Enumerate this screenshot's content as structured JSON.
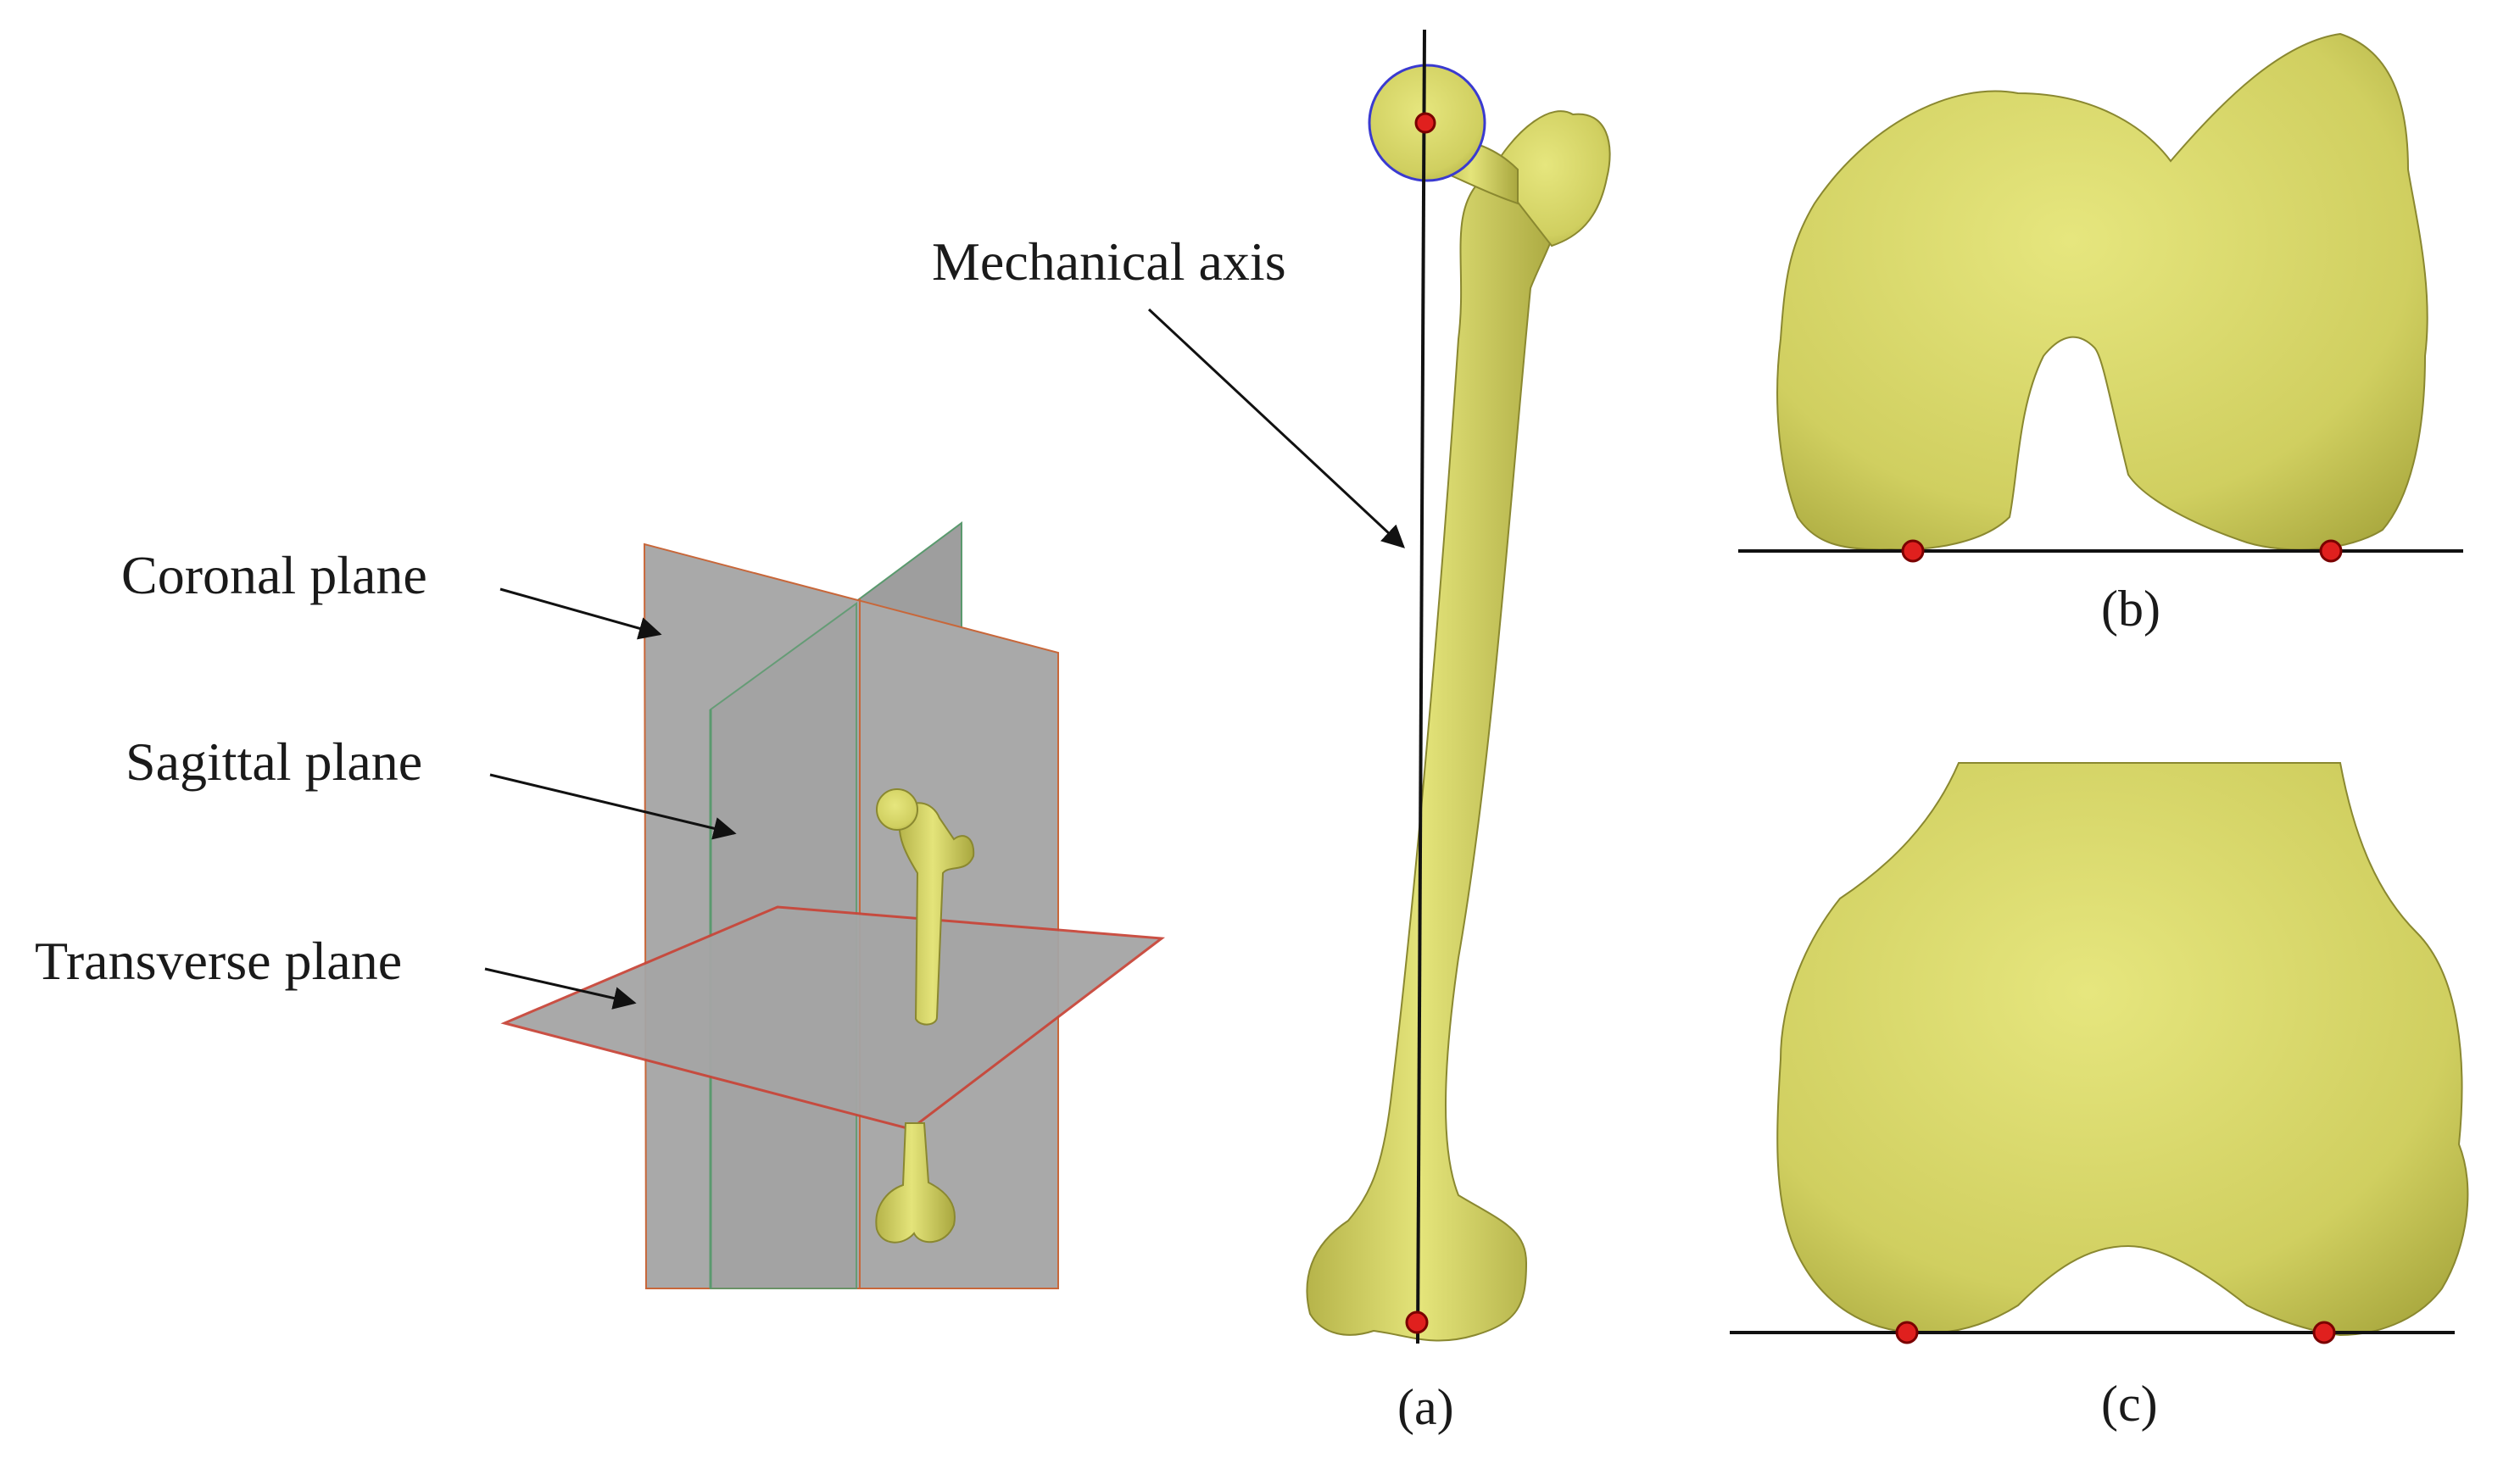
{
  "labels": {
    "mechanical_axis": "Mechanical axis",
    "coronal_plane": "Coronal plane",
    "sagittal_plane": "Sagittal plane",
    "transverse_plane": "Transverse plane"
  },
  "captions": {
    "a": "(a)",
    "b": "(b)",
    "c": "(c)"
  },
  "colors": {
    "bone": "#d9d96a",
    "bone_shadow": "#a8a63c",
    "plane": "#a9a9a9",
    "marker": "#e0201e",
    "axis_line": "#111111"
  }
}
